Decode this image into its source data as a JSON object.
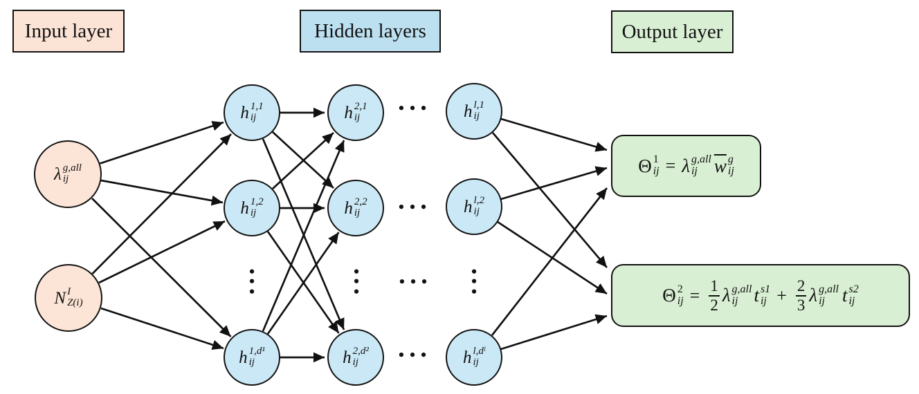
{
  "layer_labels": {
    "input": "Input layer",
    "hidden": "Hidden layers",
    "output": "Output layer"
  },
  "input_nodes": [
    {
      "base": "λ",
      "sup": "g,all",
      "sub": "ij"
    },
    {
      "base": "N",
      "sup": "I",
      "sub": "Z(i)"
    }
  ],
  "hidden_nodes": [
    {
      "base": "h",
      "sup": "1,1",
      "sub": "ij"
    },
    {
      "base": "h",
      "sup": "1,2",
      "sub": "ij"
    },
    {
      "base": "h",
      "sup": "1,d¹",
      "sub": "ij"
    },
    {
      "base": "h",
      "sup": "2,1",
      "sub": "ij"
    },
    {
      "base": "h",
      "sup": "2,2",
      "sub": "ij"
    },
    {
      "base": "h",
      "sup": "2,d²",
      "sub": "ij"
    },
    {
      "base": "h",
      "sup": "l,1",
      "sub": "ij"
    },
    {
      "base": "h",
      "sup": "l,2",
      "sub": "ij"
    },
    {
      "base": "h",
      "sup": "l,dˡ",
      "sub": "ij"
    }
  ],
  "dots": {
    "dot": "•"
  },
  "equations": {
    "eq1": {
      "lhs": {
        "base": "Θ",
        "sup": "1",
        "sub": "ij"
      },
      "equals": "=",
      "term1": {
        "base": "λ",
        "sup": "g,all",
        "sub": "ij"
      },
      "term2": {
        "base": "w",
        "sup": "g",
        "sub": "ij"
      }
    },
    "eq2": {
      "lhs": {
        "base": "Θ",
        "sup": "2",
        "sub": "ij"
      },
      "equals": "=",
      "frac1": {
        "num": "1",
        "den": "2"
      },
      "term1": {
        "base": "λ",
        "sup": "g,all",
        "sub": "ij"
      },
      "term2": {
        "base": "t",
        "sup": "s1",
        "sub": "ij"
      },
      "plus": "+",
      "frac2": {
        "num": "2",
        "den": "3"
      },
      "term3": {
        "base": "λ",
        "sup": "g,all",
        "sub": "ij"
      },
      "term4": {
        "base": "t",
        "sup": "s2",
        "sub": "ij"
      }
    }
  },
  "colors": {
    "input_fill": "#fce4d6",
    "hidden_fill": "#cbe8f6",
    "hidden_label_fill": "#bde0f0",
    "output_fill": "#d9efd3",
    "stroke": "#111111"
  }
}
